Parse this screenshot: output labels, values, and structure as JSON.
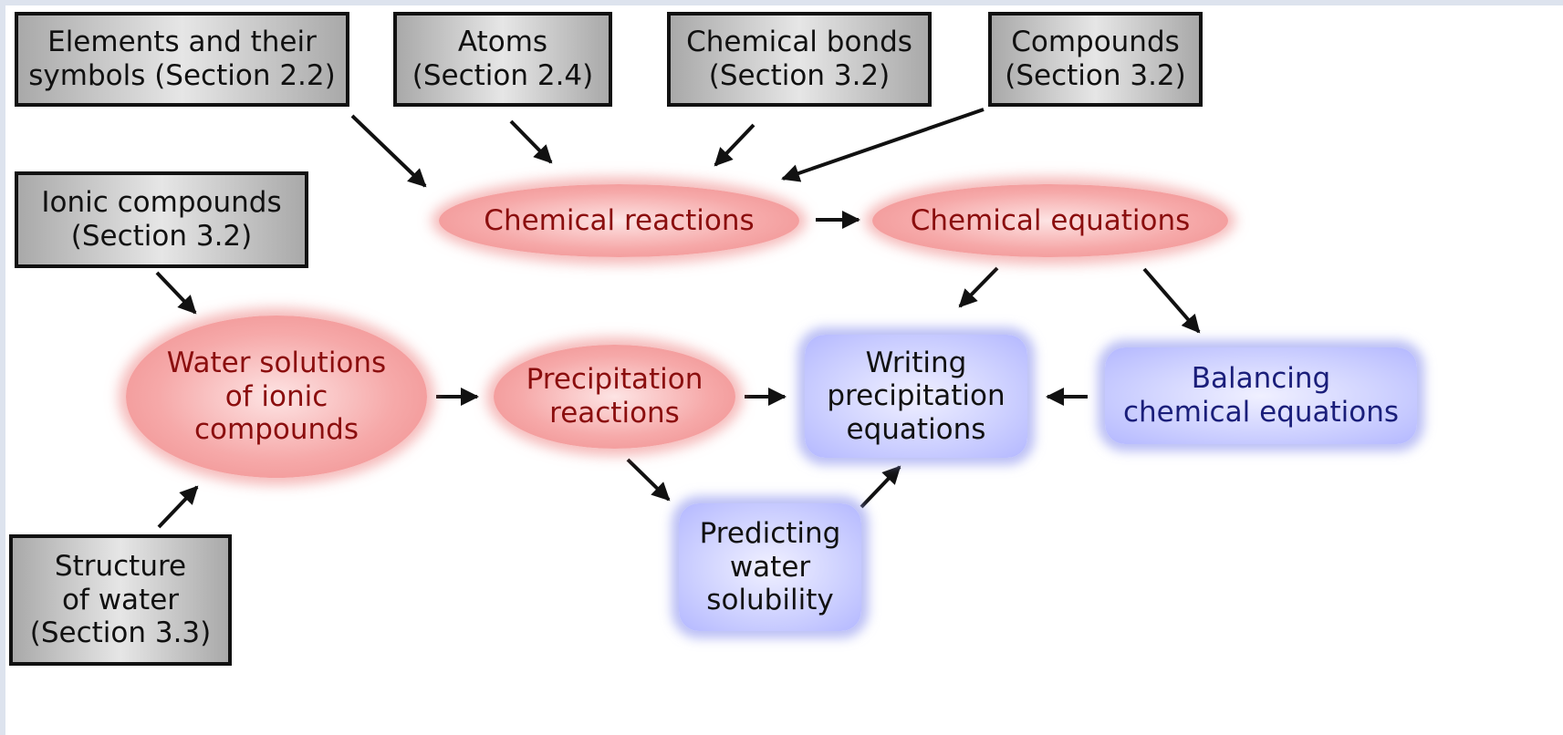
{
  "colors": {
    "box_border": "#111111",
    "box_fill": "#cccccc",
    "oval_fill": "#f6a9a9",
    "oval_text": "#8b0e0e",
    "rbox_fill": "#cfd2ff",
    "rbox_text_dark": "#111111",
    "rbox_text_blue": "#1a1e7a",
    "arrow": "#111111"
  },
  "nodes": {
    "elements": "Elements and their\nsymbols (Section 2.2)",
    "atoms": "Atoms\n(Section 2.4)",
    "chemical_bonds": "Chemical bonds\n(Section 3.2)",
    "compounds": "Compounds\n(Section 3.2)",
    "ionic_compounds": "Ionic compounds\n(Section 3.2)",
    "structure_of_water": "Structure\nof water\n(Section 3.3)",
    "chemical_reactions": "Chemical reactions",
    "chemical_equations": "Chemical equations",
    "water_solutions": "Water solutions\nof ionic\ncompounds",
    "precipitation_reactions": "Precipitation\nreactions",
    "writing_precipitation": "Writing\nprecipitation\nequations",
    "balancing": "Balancing\nchemical equations",
    "predicting_solubility": "Predicting\nwater\nsolubility"
  }
}
